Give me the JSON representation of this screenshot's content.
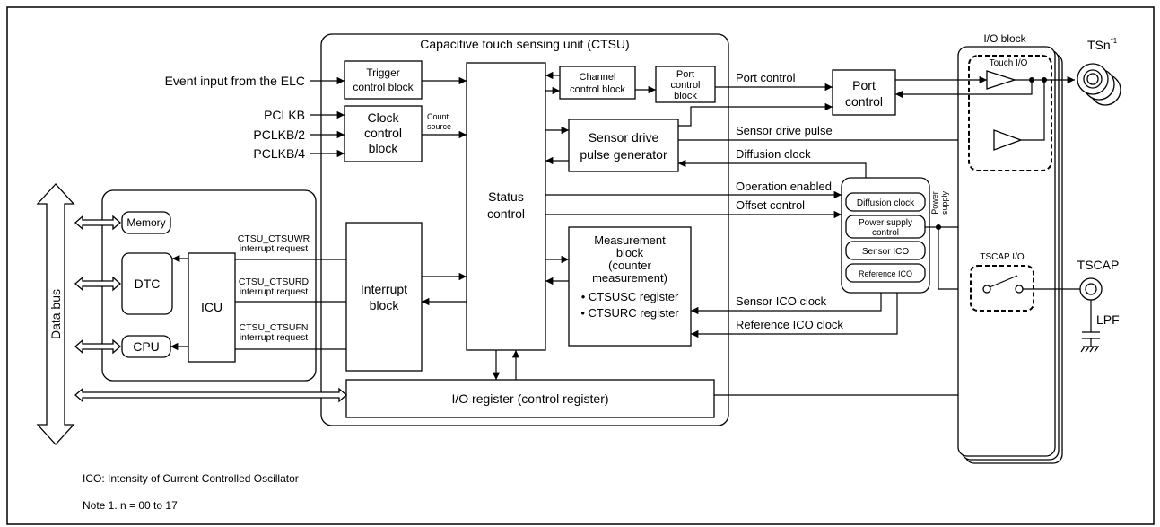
{
  "title": "Capacitive touch sensing unit (CTSU)",
  "inputs": {
    "elc": "Event input from the ELC",
    "pclkb": "PCLKB",
    "pclkb2": "PCLKB/2",
    "pclkb4": "PCLKB/4"
  },
  "blocks": {
    "trigger": [
      "Trigger",
      "control block"
    ],
    "clock": [
      "Clock",
      "control",
      "block"
    ],
    "count_source": [
      "Count",
      "source"
    ],
    "status": [
      "Status",
      "control"
    ],
    "channel": [
      "Channel",
      "control block"
    ],
    "port_small": [
      "Port",
      "control",
      "block"
    ],
    "port": [
      "Port",
      "control"
    ],
    "sdpg": [
      "Sensor drive",
      "pulse generator"
    ],
    "measurement": [
      "Measurement",
      "block",
      "(counter",
      "measurement)"
    ],
    "registers": [
      "• CTSUSC register",
      "• CTSURC register"
    ],
    "interrupt": [
      "Interrupt",
      "block"
    ],
    "io_register": "I/O register (control register)",
    "memory": "Memory",
    "dtc": "DTC",
    "icu": "ICU",
    "cpu": "CPU"
  },
  "power_block": {
    "diffusion": "Diffusion clock",
    "power_supply_control": [
      "Power supply",
      "control"
    ],
    "sensor_ico": "Sensor ICO",
    "reference_ico": "Reference ICO",
    "power_supply_label": [
      "Power",
      "supply"
    ]
  },
  "signals": {
    "port_control": "Port control",
    "sensor_drive_pulse": "Sensor drive pulse",
    "diffusion_clock": "Diffusion clock",
    "operation_enabled": "Operation enabled",
    "offset_control": "Offset control",
    "sensor_ico_clock": "Sensor ICO clock",
    "reference_ico_clock": "Reference ICO clock"
  },
  "interrupts": [
    {
      "name": "CTSU_CTSUWR",
      "desc": "interrupt request"
    },
    {
      "name": "CTSU_CTSURD",
      "desc": "interrupt request"
    },
    {
      "name": "CTSU_CTSUFN",
      "desc": "interrupt request"
    }
  ],
  "data_bus": "Data bus",
  "io_block": {
    "title": "I/O block",
    "touch_io": "Touch I/O",
    "tscap_io": "TSCAP I/O"
  },
  "pins": {
    "tsn": "TSn",
    "tsn_note": "*1",
    "tscap": "TSCAP",
    "lpf": "LPF"
  },
  "notes": [
    "ICO: Intensity of Current Controlled Oscillator",
    "Note 1. n = 00 to 17"
  ]
}
